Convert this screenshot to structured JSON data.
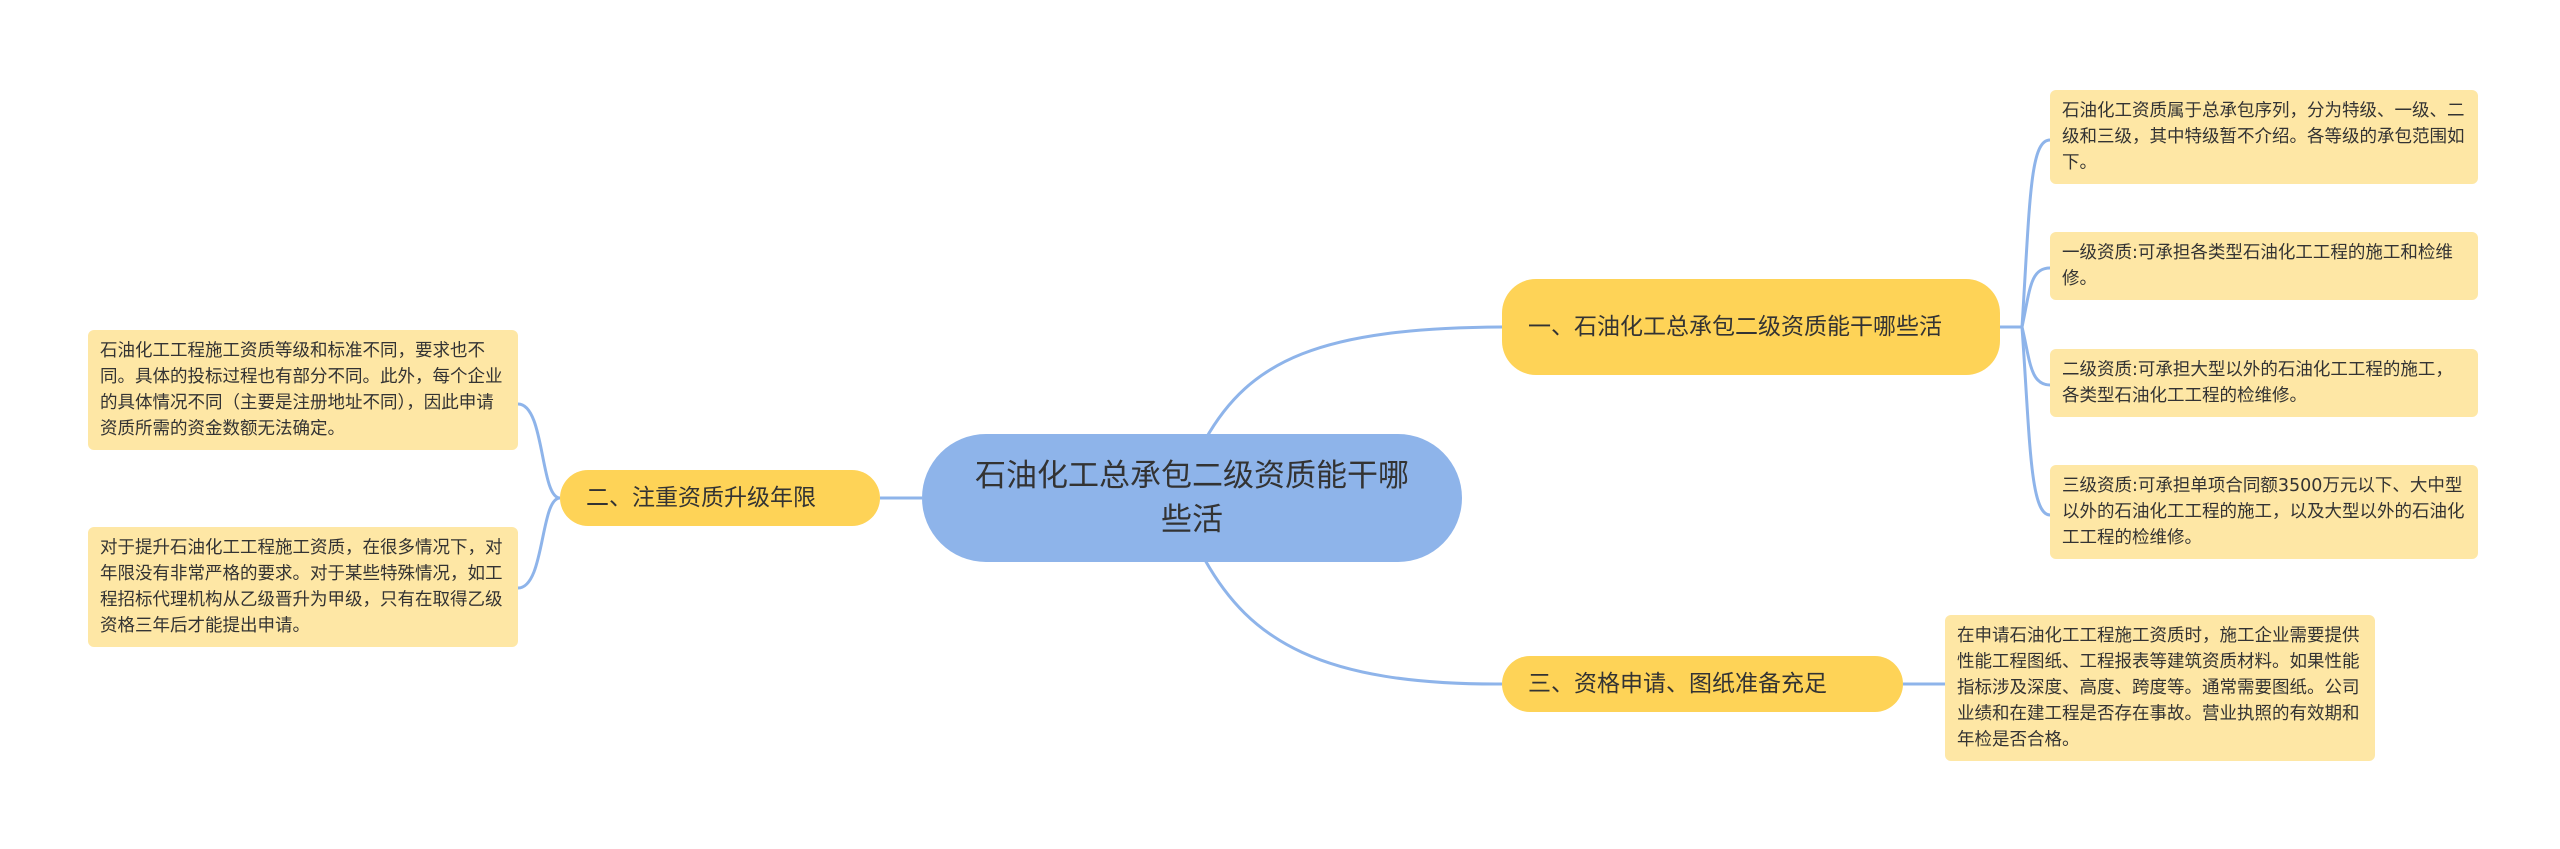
{
  "center_title": "石油化工总承包二级资质能干哪些活",
  "colors": {
    "center": "#8eb4ea",
    "branch": "#fed357",
    "leaf": "#fee7a5",
    "line": "#8eb4ea"
  },
  "branches": {
    "b1": {
      "title": "一、石油化工总承包二级资质能干哪些活",
      "leaves": [
        "石油化工资质属于总承包序列，分为特级、一级、二级和三级，其中特级暂不介绍。各等级的承包范围如下。",
        "一级资质:可承担各类型石油化工工程的施工和检维修。",
        "二级资质:可承担大型以外的石油化工工程的施工，各类型石油化工工程的检维修。",
        "三级资质:可承担单项合同额3500万元以下、大中型以外的石油化工工程的施工，以及大型以外的石油化工工程的检维修。"
      ]
    },
    "b2": {
      "title": "二、注重资质升级年限",
      "leaves": [
        "石油化工工程施工资质等级和标准不同，要求也不同。具体的投标过程也有部分不同。此外，每个企业的具体情况不同（主要是注册地址不同），因此申请资质所需的资金数额无法确定。",
        "对于提升石油化工工程施工资质，在很多情况下，对年限没有非常严格的要求。对于某些特殊情况，如工程招标代理机构从乙级晋升为甲级，只有在取得乙级资格三年后才能提出申请。"
      ]
    },
    "b3": {
      "title": "三、资格申请、图纸准备充足",
      "leaves": [
        "在申请石油化工工程施工资质时，施工企业需要提供性能工程图纸、工程报表等建筑资质材料。如果性能指标涉及深度、高度、跨度等。通常需要图纸。公司业绩和在建工程是否存在事故。营业执照的有效期和年检是否合格。"
      ]
    }
  }
}
